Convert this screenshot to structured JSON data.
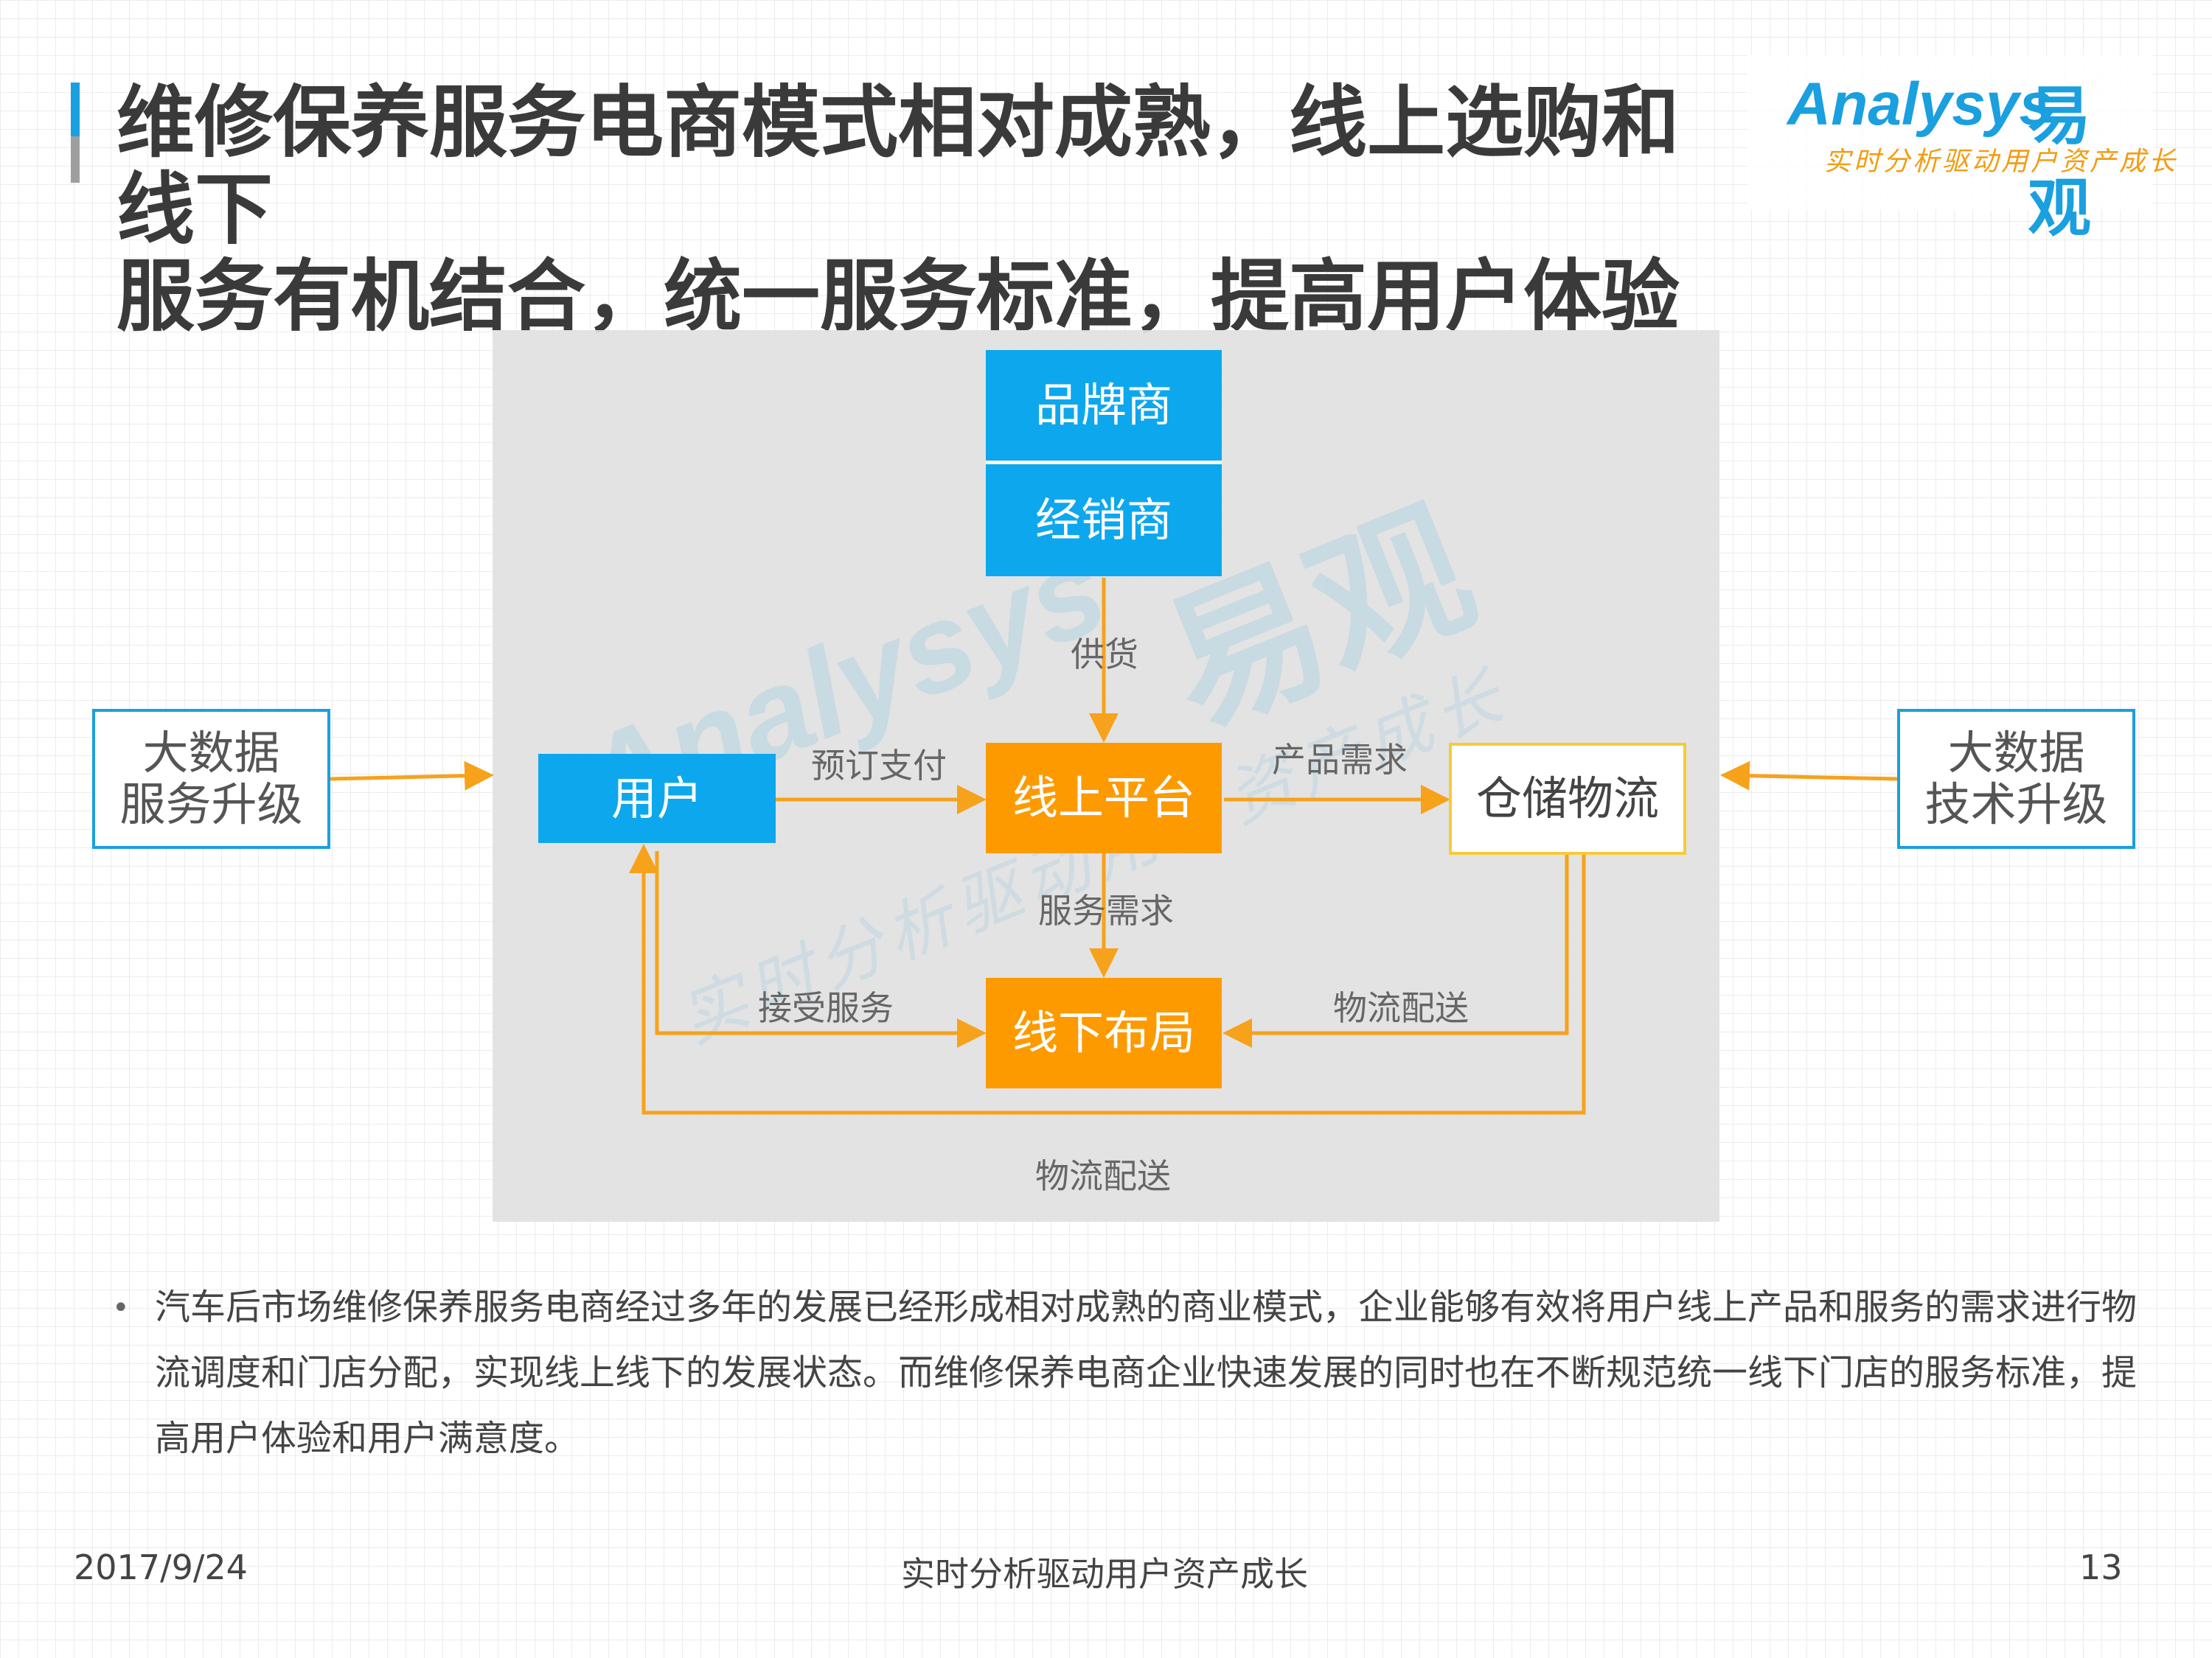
{
  "title": {
    "line1": "维修保养服务电商模式相对成熟，线上选购和线下",
    "line2": "服务有机结合，统一服务标准，提高用户体验"
  },
  "logo": {
    "wordmark": "Analysys",
    "cn": "易观",
    "tagline": "实时分析驱动用户资产成长"
  },
  "diagram": {
    "nodes": {
      "brand": "品牌商",
      "dealer": "经销商",
      "user": "用户",
      "online_platform": "线上平台",
      "warehouse": "仓储物流",
      "offline": "线下布局",
      "bigdata_left_1": "大数据",
      "bigdata_left_2": "服务升级",
      "bigdata_right_1": "大数据",
      "bigdata_right_2": "技术升级"
    },
    "edges": {
      "supply": "供货",
      "prepay": "预订支付",
      "product_demand": "产品需求",
      "service_demand": "服务需求",
      "receive_service": "接受服务",
      "logistics_offline": "物流配送",
      "logistics_user": "物流配送"
    },
    "colors": {
      "blue": "#0da7ee",
      "orange": "#fd9a00",
      "arrow": "#f7a21b",
      "panel": "#e1e1e1"
    }
  },
  "bullet": {
    "text": "汽车后市场维修保养服务电商经过多年的发展已经形成相对成熟的商业模式，企业能够有效将用户线上产品和服务的需求进行物流调度和门店分配，实现线上线下的发展状态。而维修保养电商企业快速发展的同时也在不断规范统一线下门店的服务标准，提高用户体验和用户满意度。"
  },
  "footer": {
    "date": "2017/9/24",
    "slogan": "实时分析驱动用户资产成长",
    "page": "13"
  }
}
